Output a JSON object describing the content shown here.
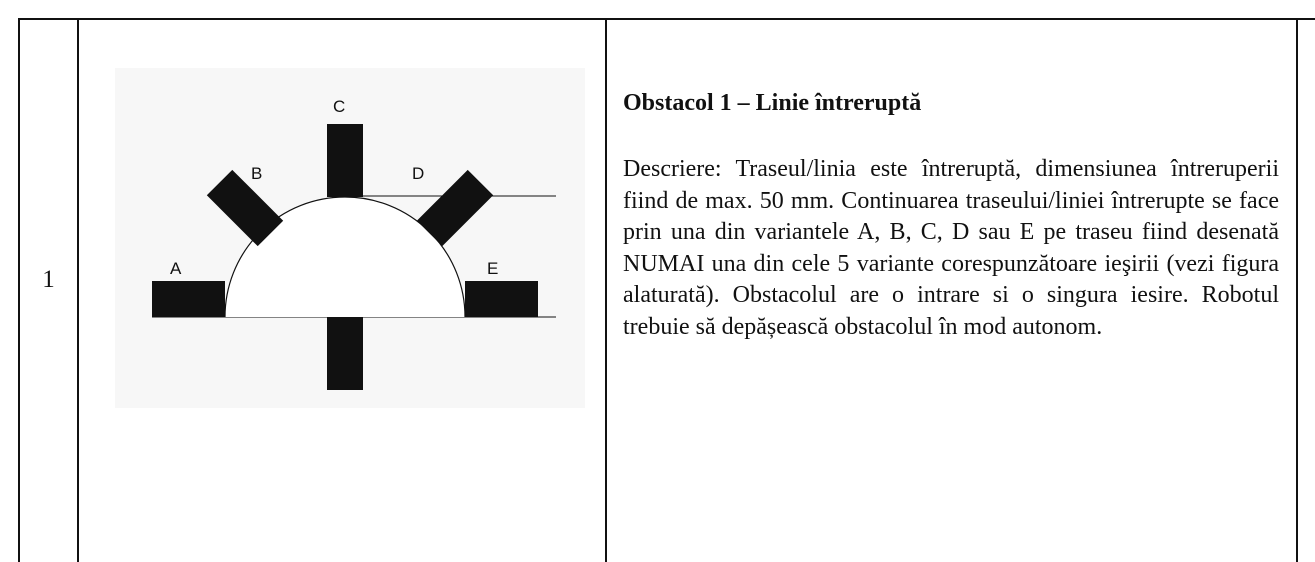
{
  "row": {
    "number": "1",
    "title": "Obstacol 1 – Linie întreruptă",
    "description": "Descriere: Traseul/linia este întreruptă, dimensiunea întreruperii fiind de max. 50 mm. Continuarea traseului/liniei întrerupte se face prin una din variantele A, B, C, D sau E pe traseu fiind desenată NUMAI una din cele 5 variante corespunzătoare ieşirii (vezi figura alaturată). Obstacolul are o intrare si o singura iesire. Robotul trebuie să depășească obstacolul în mod autonom."
  },
  "figure": {
    "labels": {
      "a": "A",
      "b": "B",
      "c": "C",
      "d": "D",
      "e": "E"
    }
  }
}
